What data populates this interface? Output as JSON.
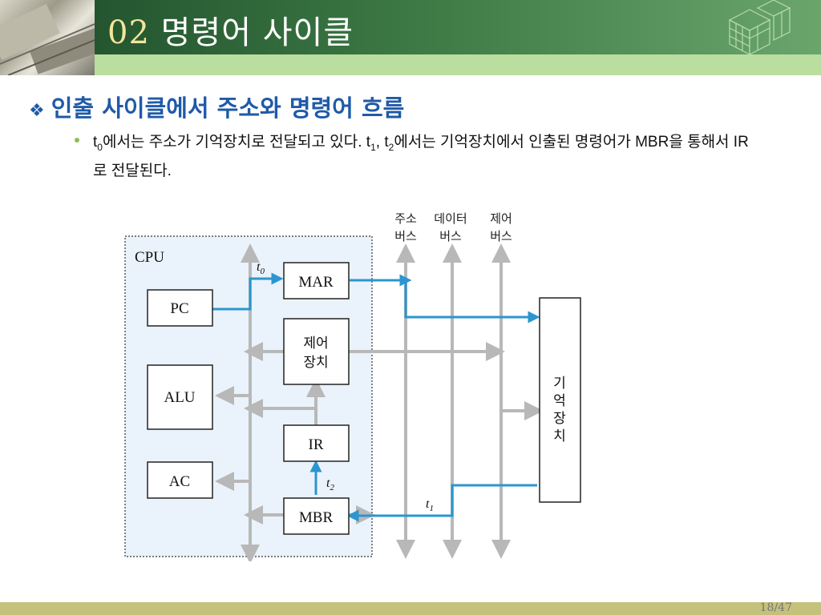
{
  "header": {
    "section_number": "02",
    "title": "명령어 사이클"
  },
  "heading": {
    "icon": "diamond-bullet-icon",
    "text": "인출 사이클에서 주소와 명령어 흐름"
  },
  "bullet": {
    "part1": "t",
    "sub0": "0",
    "part2": "에서는 주소가 기억장치로 전달되고 있다. t",
    "sub1": "1",
    "part3": ", t",
    "sub2": "2",
    "part4": "에서는 기억장치에서 인출된 명령어가 MBR을 통해서 IR로 전달된다."
  },
  "diagram": {
    "cpu_label": "CPU",
    "boxes": {
      "pc": "PC",
      "alu": "ALU",
      "ac": "AC",
      "mar": "MAR",
      "control_line1": "제어",
      "control_line2": "장치",
      "ir": "IR",
      "mbr": "MBR",
      "memory_chars": [
        "기",
        "억",
        "장",
        "치"
      ]
    },
    "buses": {
      "address_line1": "주소",
      "address_line2": "버스",
      "data_line1": "데이터",
      "data_line2": "버스",
      "control_line1": "제어",
      "control_line2": "버스"
    },
    "time_labels": {
      "t0": "t",
      "t0_sub": "0",
      "t1": "t",
      "t1_sub": "1",
      "t2": "t",
      "t2_sub": "2"
    },
    "colors": {
      "flow": "#2b96cf",
      "bus": "#b8b8b8",
      "cpu_bg": "#eaf3fb"
    }
  },
  "footer": {
    "page": "18/47"
  }
}
